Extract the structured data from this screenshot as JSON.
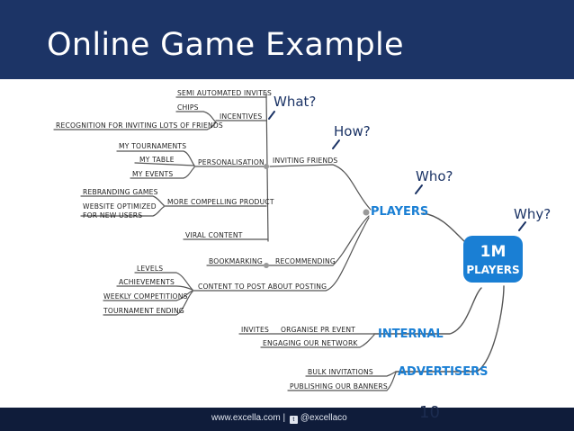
{
  "title": "Online Game Example",
  "footer": {
    "site": "www.excella.com",
    "separator": "|",
    "handle": "@excellaco"
  },
  "page_number": "10",
  "questions": {
    "what": "What?",
    "how": "How?",
    "who": "Who?",
    "why": "Why?"
  },
  "center": {
    "line1": "1M",
    "line2": "PLAYERS"
  },
  "branches": {
    "players": "PLAYERS",
    "internal": "INTERNAL",
    "advertisers": "ADVERTISERS"
  },
  "nodes": {
    "semi_automated_invites": "SEMI AUTOMATED INVITES",
    "chips": "CHIPS",
    "incentives": "INCENTIVES",
    "recognition": "RECOGNITION FOR INVITING LOTS OF FRIENDS",
    "inviting_friends": "INVITING FRIENDS",
    "my_tournaments": "MY TOURNAMENTS",
    "my_table": "MY TABLE",
    "my_events": "MY EVENTS",
    "personalisation": "PERSONALISATION",
    "rebranding_games": "REBRANDING GAMES",
    "website_optimized_1": "WEBSITE OPTIMIZED",
    "website_optimized_2": "FOR NEW USERS",
    "more_compelling": "MORE COMPELLING PRODUCT",
    "viral_content": "VIRAL CONTENT",
    "bookmarking": "BOOKMARKING",
    "recommending": "RECOMMENDING",
    "levels": "LEVELS",
    "achievements": "ACHIEVEMENTS",
    "weekly_competitions": "WEEKLY COMPETITIONS",
    "tournament_ending": "TOURNAMENT ENDING",
    "content_to_post": "CONTENT TO POST ABOUT",
    "posting": "POSTING",
    "invites": "INVITES",
    "organise_pr": "ORGANISE PR EVENT",
    "engaging_network": "ENGAGING OUR NETWORK",
    "bulk_invitations": "BULK INVITATIONS",
    "publishing_banners": "PUBLISHING OUR BANNERS"
  },
  "colors": {
    "header": "#1c3466",
    "footer": "#0f1c3a",
    "accent_blue": "#1a7fd4"
  }
}
